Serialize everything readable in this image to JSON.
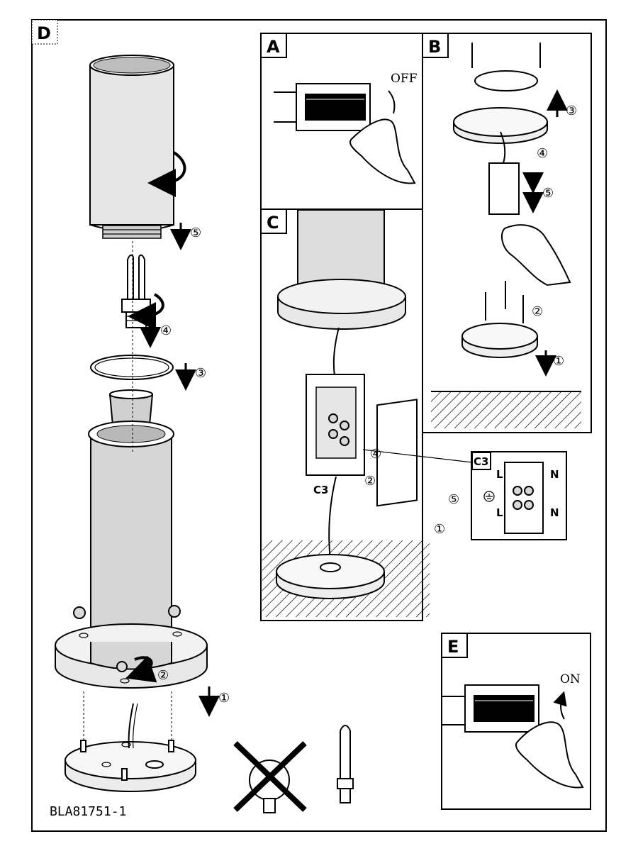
{
  "panels": {
    "d": {
      "label": "D",
      "steps": [
        "⑤",
        "④",
        "③",
        "②",
        "①"
      ]
    },
    "a": {
      "label": "A",
      "state": "OFF"
    },
    "b": {
      "label": "B",
      "steps": [
        "③",
        "④",
        "⑤",
        "②",
        "①"
      ]
    },
    "c": {
      "label": "C",
      "steps": [
        "④",
        "②",
        "⑤",
        "①"
      ],
      "callout": "C3",
      "terminals": [
        "L",
        "N",
        "L",
        "N"
      ]
    },
    "e": {
      "label": "E",
      "state": "ON"
    }
  },
  "doc_code": "BLA81751-1",
  "icons": [
    "rotate-arrow-icon",
    "down-arrow-icon",
    "up-arrow-icon",
    "updown-arrow-icon",
    "hand-icon",
    "screw-icon",
    "ground-symbol-icon",
    "crossed-incandescent-bulb-icon",
    "cfl-bulb-icon"
  ]
}
